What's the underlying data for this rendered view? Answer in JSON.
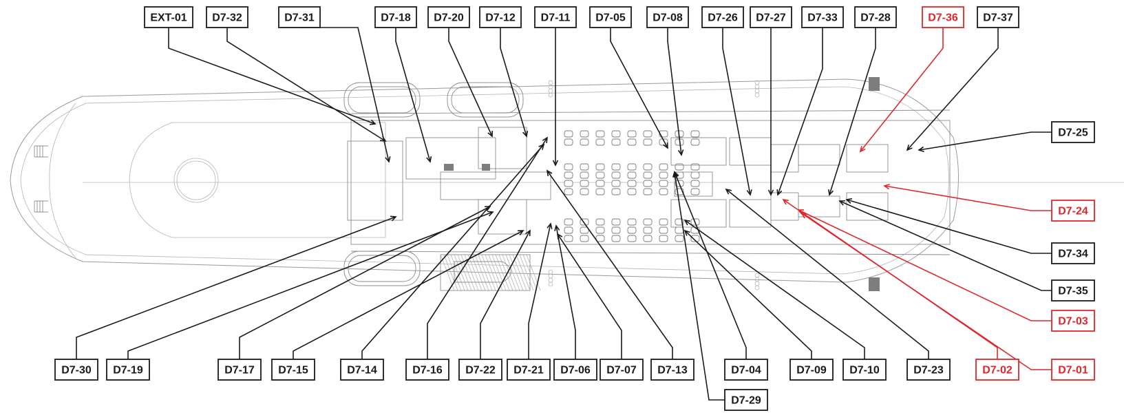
{
  "colors": {
    "normal": "#1a1a1a",
    "highlight": "#e0262b"
  },
  "labels": [
    {
      "id": "EXT-01",
      "hl": false
    },
    {
      "id": "D7-32",
      "hl": false
    },
    {
      "id": "D7-31",
      "hl": false
    },
    {
      "id": "D7-18",
      "hl": false
    },
    {
      "id": "D7-20",
      "hl": false
    },
    {
      "id": "D7-12",
      "hl": false
    },
    {
      "id": "D7-11",
      "hl": false
    },
    {
      "id": "D7-05",
      "hl": false
    },
    {
      "id": "D7-08",
      "hl": false
    },
    {
      "id": "D7-26",
      "hl": false
    },
    {
      "id": "D7-27",
      "hl": false
    },
    {
      "id": "D7-33",
      "hl": false
    },
    {
      "id": "D7-28",
      "hl": false
    },
    {
      "id": "D7-36",
      "hl": true
    },
    {
      "id": "D7-37",
      "hl": false
    },
    {
      "id": "D7-25",
      "hl": false
    },
    {
      "id": "D7-24",
      "hl": true
    },
    {
      "id": "D7-34",
      "hl": false
    },
    {
      "id": "D7-35",
      "hl": false
    },
    {
      "id": "D7-03",
      "hl": true
    },
    {
      "id": "D7-01",
      "hl": true
    },
    {
      "id": "D7-02",
      "hl": true
    },
    {
      "id": "D7-23",
      "hl": false
    },
    {
      "id": "D7-10",
      "hl": false
    },
    {
      "id": "D7-09",
      "hl": false
    },
    {
      "id": "D7-04",
      "hl": false
    },
    {
      "id": "D7-29",
      "hl": false
    },
    {
      "id": "D7-13",
      "hl": false
    },
    {
      "id": "D7-07",
      "hl": false
    },
    {
      "id": "D7-06",
      "hl": false
    },
    {
      "id": "D7-21",
      "hl": false
    },
    {
      "id": "D7-22",
      "hl": false
    },
    {
      "id": "D7-16",
      "hl": false
    },
    {
      "id": "D7-14",
      "hl": false
    },
    {
      "id": "D7-15",
      "hl": false
    },
    {
      "id": "D7-17",
      "hl": false
    },
    {
      "id": "D7-19",
      "hl": false
    },
    {
      "id": "D7-30",
      "hl": false
    }
  ]
}
